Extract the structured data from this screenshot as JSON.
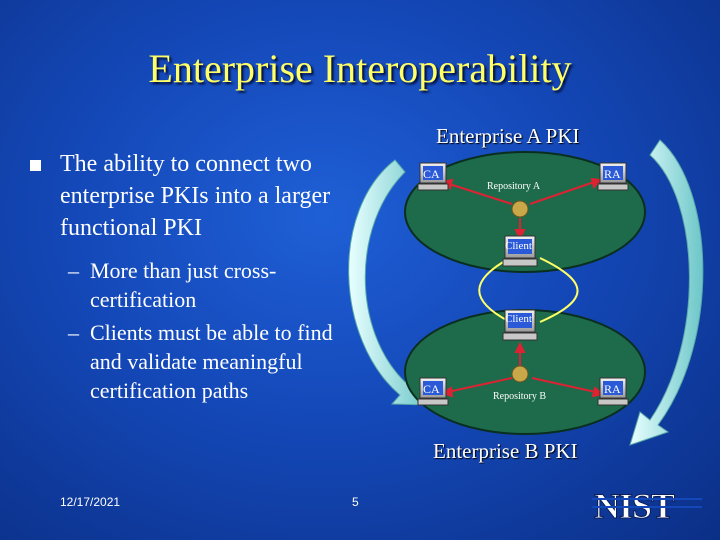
{
  "slide": {
    "title": "Enterprise Interoperability",
    "bullet": "The ability to connect two enterprise PKIs into a larger functional PKI",
    "sub_bullets": [
      {
        "dash": "–",
        "text": "More than just cross-certification"
      },
      {
        "dash": "–",
        "text": "Clients must be able to find and validate meaningful certification paths"
      }
    ],
    "footer": {
      "date": "12/17/2021",
      "page": "5"
    },
    "logo_text": "NIST"
  },
  "diagram": {
    "enterprise_a": {
      "label": "Enterprise A PKI",
      "ca": "CA",
      "ra": "RA",
      "repository": "Repository A",
      "client": "Client"
    },
    "enterprise_b": {
      "label": "Enterprise B PKI",
      "ca": "CA",
      "ra": "RA",
      "repository": "Repository B",
      "client": "Client"
    }
  },
  "colors": {
    "title": "#ffff66",
    "ellipse_fill": "#1d6b4a",
    "arrow_fill": "#a8e6e6",
    "link_line": "#ffff66",
    "network_arrow": "#dd2233"
  }
}
